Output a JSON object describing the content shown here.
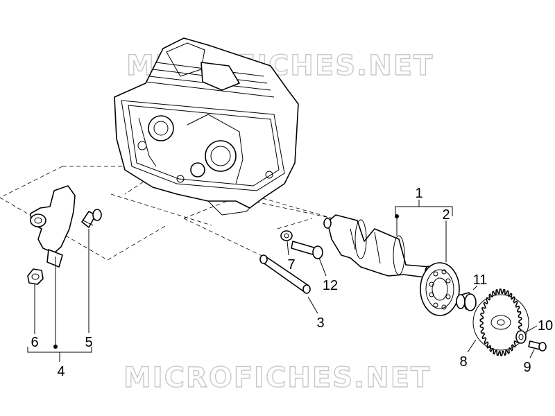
{
  "watermarks": [
    "MICROFICHES.NET",
    "MICROFICHES.NET"
  ],
  "callouts": [
    "1",
    "2",
    "3",
    "4",
    "5",
    "6",
    "7",
    "8",
    "9",
    "10",
    "11",
    "12"
  ],
  "colors": {
    "line": "#000000",
    "watermark": "#c8c8c8",
    "background": "#ffffff"
  }
}
